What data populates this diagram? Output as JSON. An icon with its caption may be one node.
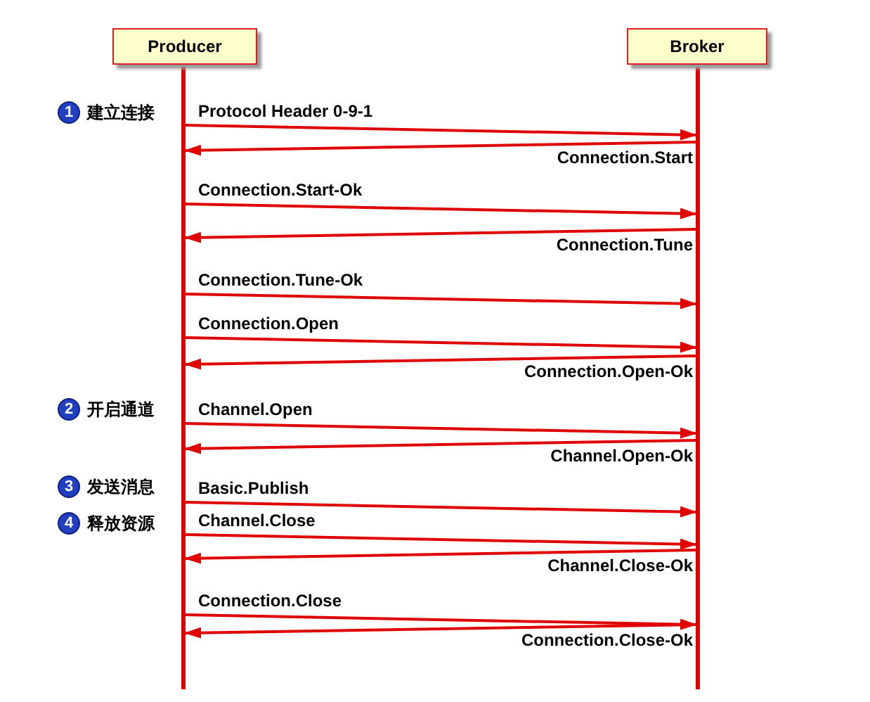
{
  "diagram": {
    "nodes": [
      {
        "text": [
          "Producer"
        ]
      },
      {
        "text": [
          "Broker"
        ]
      },
      {
        "text": [],
        "shape": "bar"
      },
      {
        "text": [],
        "shape": "bar"
      }
    ],
    "edges": [
      {
        "from": 2,
        "to": 3,
        "arrow": "to",
        "label": "Protocol Header 0-9-1"
      },
      {
        "from": 3,
        "to": 2,
        "arrow": "to",
        "label": "Connection.Start"
      },
      {
        "from": 2,
        "to": 3,
        "arrow": "to",
        "label": "Connection.Start-Ok"
      },
      {
        "from": 3,
        "to": 2,
        "arrow": "to",
        "label": "Connection.Tune"
      },
      {
        "from": 2,
        "to": 3,
        "arrow": "to",
        "label": "Connection.Tune-Ok"
      },
      {
        "from": 2,
        "to": 3,
        "arrow": "to",
        "label": "Connection.Open"
      },
      {
        "from": 3,
        "to": 2,
        "arrow": "to",
        "label": "Connection.Open-Ok"
      },
      {
        "from": 2,
        "to": 3,
        "arrow": "to",
        "label": "Channel.Open"
      },
      {
        "from": 3,
        "to": 2,
        "arrow": "to",
        "label": "Channel.Open-Ok"
      },
      {
        "from": 2,
        "to": 3,
        "arrow": "to",
        "label": "Basic.Publish"
      },
      {
        "from": 2,
        "to": 3,
        "arrow": "to",
        "label": "Channel.Close"
      },
      {
        "from": 3,
        "to": 2,
        "arrow": "to",
        "label": "Channel.Close-Ok"
      },
      {
        "from": 2,
        "to": 3,
        "arrow": "to",
        "label": "Connection.Close"
      },
      {
        "from": 3,
        "to": 2,
        "arrow": "to",
        "label": "Connection.Close-Ok"
      }
    ],
    "labels": [
      "1",
      "建立连接",
      "2",
      "开启通道",
      "3",
      "发送消息",
      "4",
      "释放资源"
    ]
  }
}
